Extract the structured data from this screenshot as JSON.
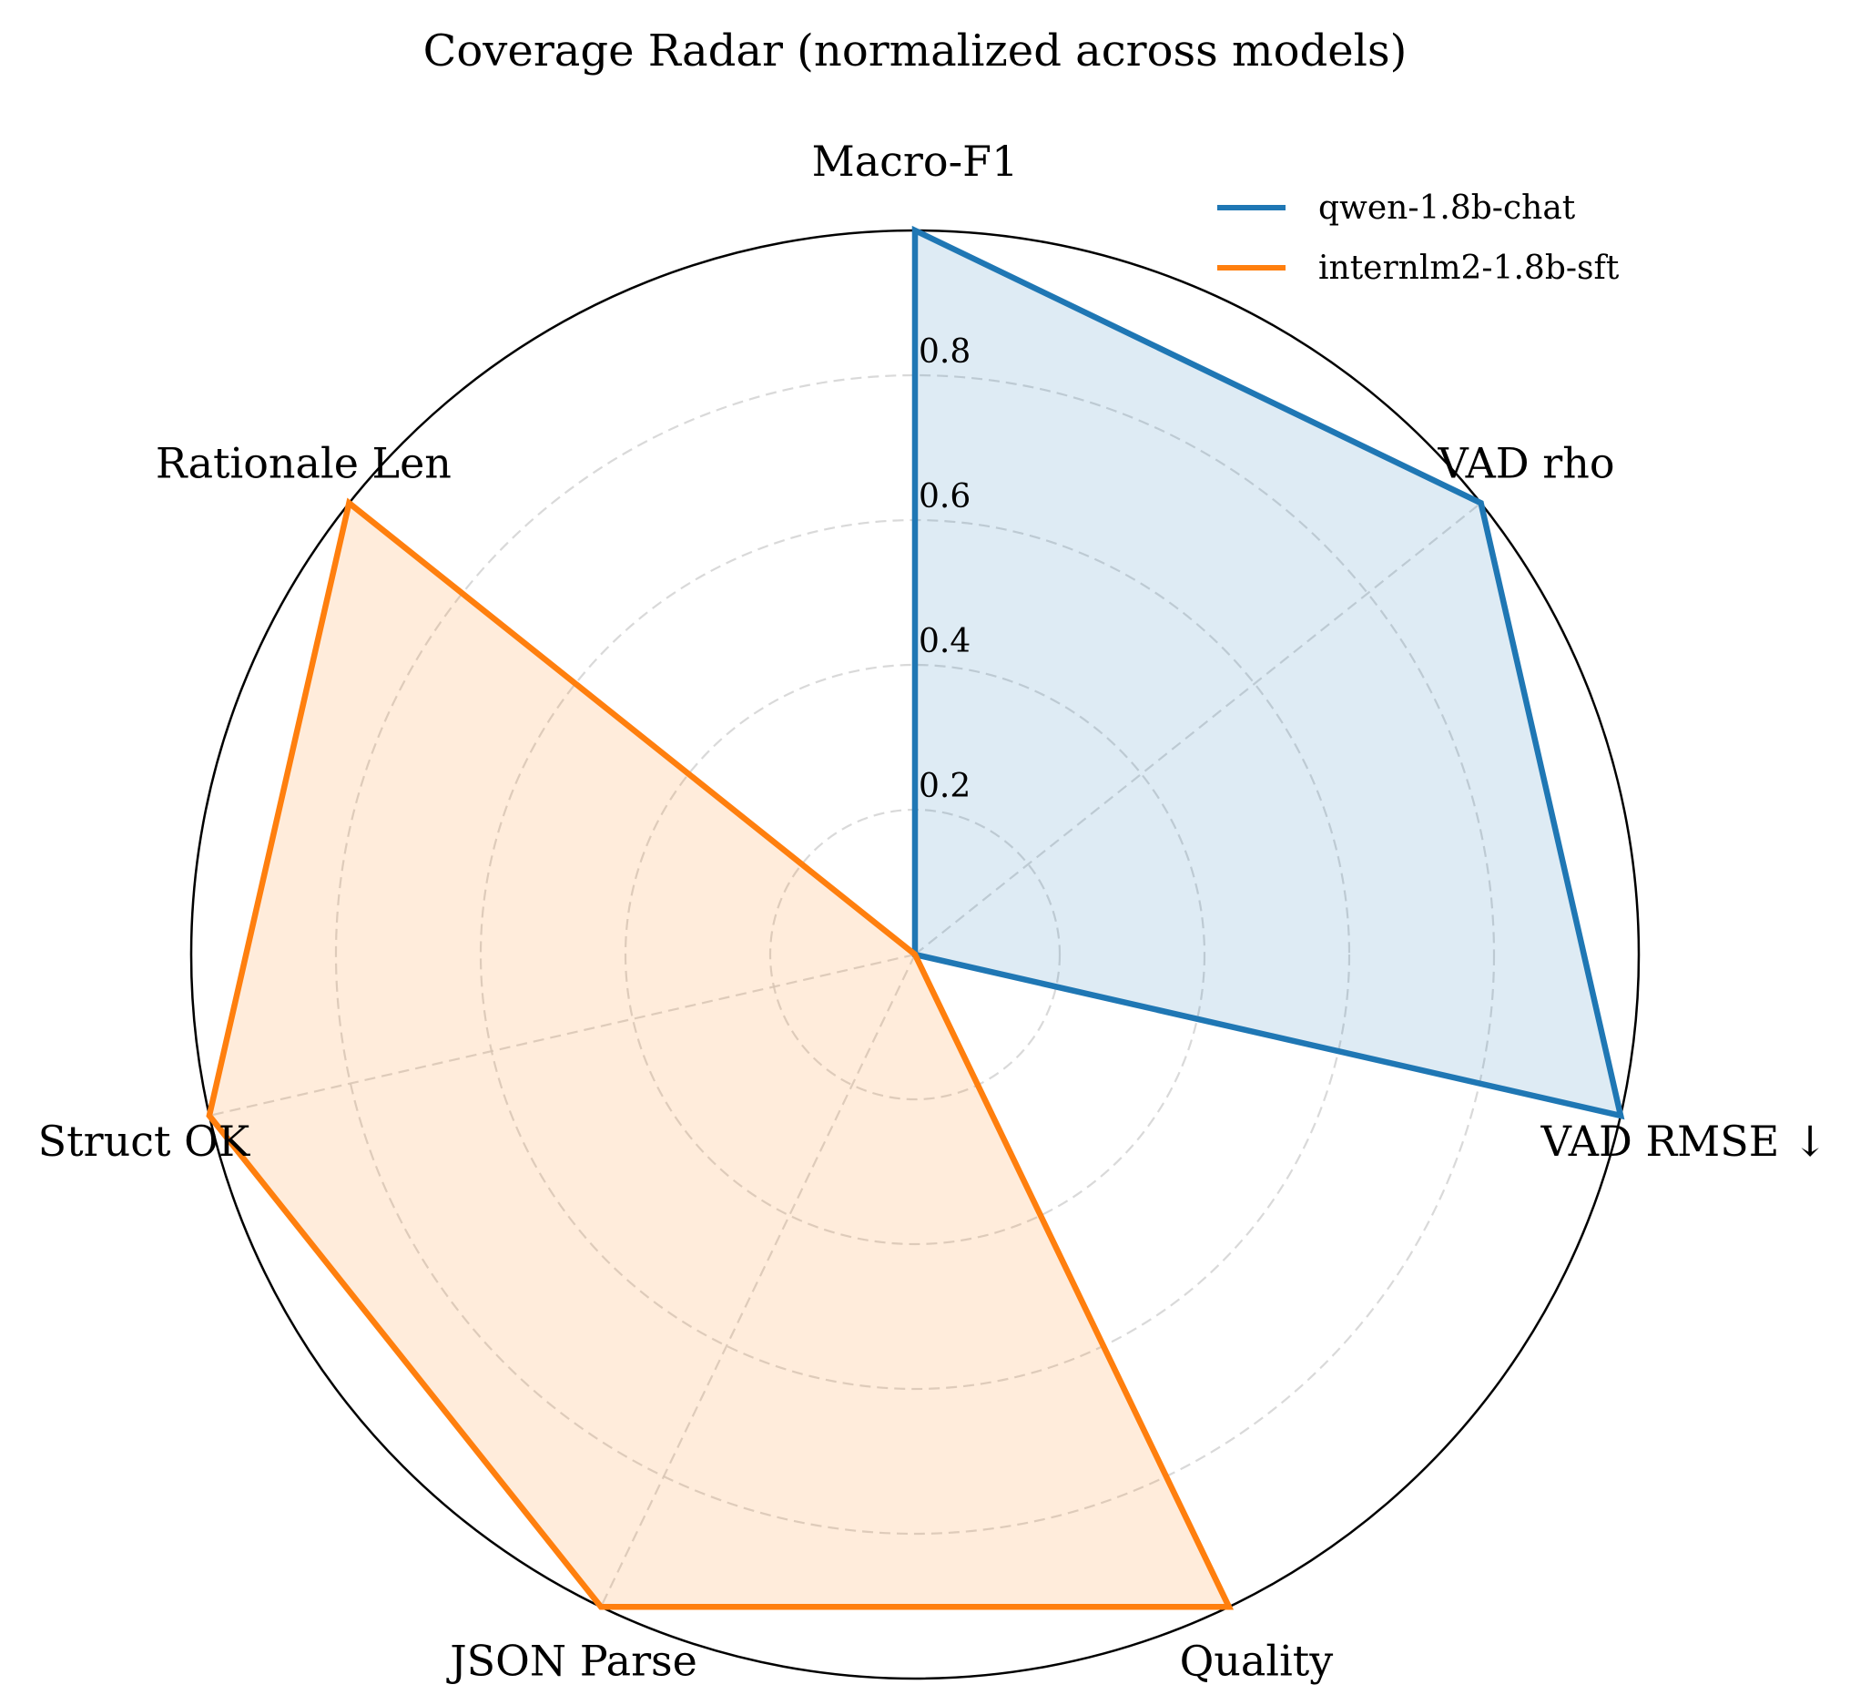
{
  "chart_data": {
    "type": "radar",
    "title": "Coverage Radar (normalized across models)",
    "axes": [
      "Macro-F1",
      "VAD rho",
      "VAD RMSE ↓",
      "Quality",
      "JSON Parse",
      "Struct OK",
      "Rationale Len"
    ],
    "rlim": [
      0,
      1
    ],
    "rticks": [
      0.2,
      0.4,
      0.6,
      0.8
    ],
    "rtick_labels": [
      "0.2",
      "0.4",
      "0.6",
      "0.8"
    ],
    "grid": true,
    "legend_position": "top-right",
    "series": [
      {
        "name": "qwen-1.8b-chat",
        "color": "#1f77b4",
        "values": [
          1,
          1,
          1,
          0,
          0,
          0,
          0
        ]
      },
      {
        "name": "internlm2-1.8b-sft",
        "color": "#ff7f0e",
        "values": [
          0,
          0,
          0,
          1,
          1,
          1,
          1
        ]
      }
    ]
  }
}
